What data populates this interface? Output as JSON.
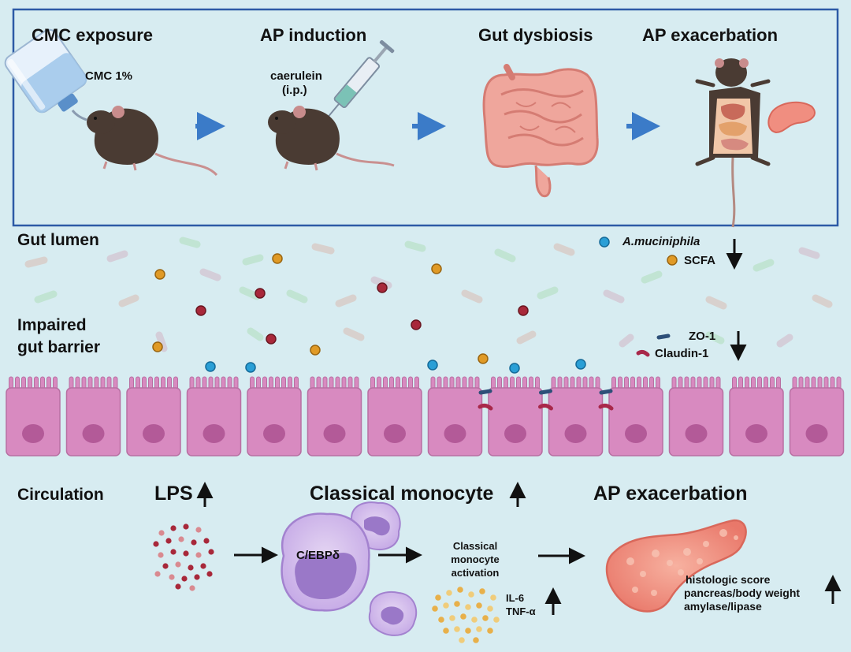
{
  "stages": {
    "cmc_exposure": "CMC exposure",
    "ap_induction": "AP induction",
    "gut_dysbiosis": "Gut dysbiosis",
    "ap_exacerbation": "AP exacerbation"
  },
  "stage_details": {
    "cmc_dose": "CMC 1%",
    "caerulein": "caerulein",
    "route": "(i.p.)"
  },
  "lumen": {
    "label": "Gut lumen",
    "akkermansia": "A.muciniphila",
    "scfa": "SCFA"
  },
  "barrier": {
    "label_line1": "Impaired",
    "label_line2": "gut barrier",
    "zo1": "ZO-1",
    "claudin1": "Claudin-1"
  },
  "circulation": {
    "label": "Circulation",
    "lps": "LPS",
    "classical_monocyte": "Classical monocyte",
    "ap_exacerbation": "AP exacerbation",
    "cebp": "C/EBPδ",
    "activation_line1": "Classical",
    "activation_line2": "monocyte",
    "activation_line3": "activation",
    "il6": "IL-6",
    "tnfa": "TNF-α",
    "histologic_score": "histologic score",
    "pancreas_body_weight": "pancreas/body weight",
    "amylase_lipase": "amylase/lipase"
  },
  "colors": {
    "background": "#d7ecf1",
    "frame": "#2d5aa6",
    "flow_arrow": "#3b7bc8",
    "cell": "#d88ac0",
    "nucleus": "#b35a98",
    "akkermansia": "#2a9fd6",
    "scfa": "#e09a26",
    "lps": "#a8283a"
  }
}
